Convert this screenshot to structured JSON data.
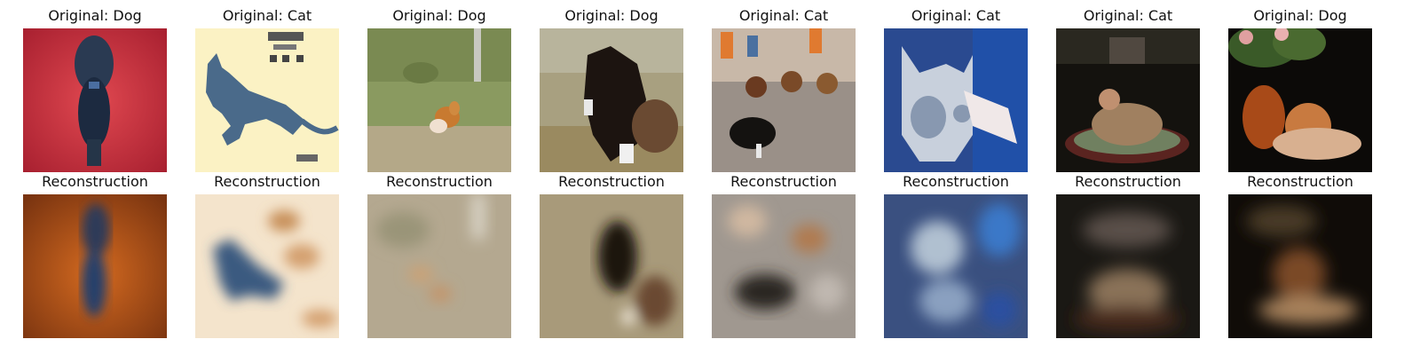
{
  "panels": [
    {
      "original_title": "Original: Dog",
      "reconstruction_title": "Reconstruction"
    },
    {
      "original_title": "Original: Cat",
      "reconstruction_title": "Reconstruction"
    },
    {
      "original_title": "Original: Dog",
      "reconstruction_title": "Reconstruction"
    },
    {
      "original_title": "Original: Dog",
      "reconstruction_title": "Reconstruction"
    },
    {
      "original_title": "Original: Cat",
      "reconstruction_title": "Reconstruction"
    },
    {
      "original_title": "Original: Cat",
      "reconstruction_title": "Reconstruction"
    },
    {
      "original_title": "Original: Cat",
      "reconstruction_title": "Reconstruction"
    },
    {
      "original_title": "Original: Dog",
      "reconstruction_title": "Reconstruction"
    }
  ]
}
